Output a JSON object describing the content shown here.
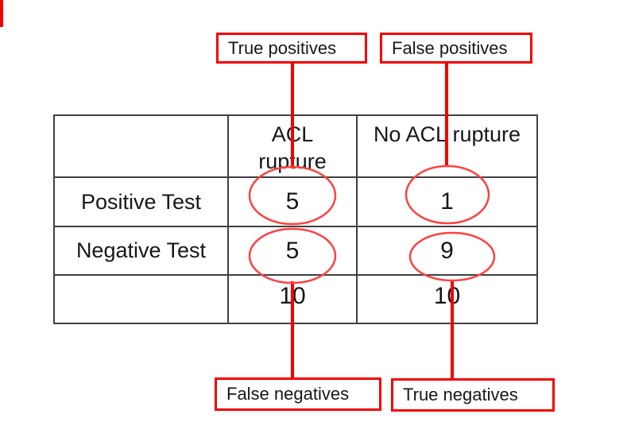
{
  "colors": {
    "accent_red": "#f40000",
    "ellipse_red": "#ff4040",
    "table_border": "#404040",
    "text": "#171717",
    "background": "#ffffff"
  },
  "callouts": {
    "true_positives": "True positives",
    "false_positives": "False positives",
    "false_negatives": "False negatives",
    "true_negatives": "True negatives"
  },
  "table": {
    "headers": {
      "row_label_col": "",
      "acl": "ACL\nrupture",
      "no_acl": "No ACL rupture"
    },
    "rows": [
      {
        "label": "Positive Test",
        "acl": "5",
        "no_acl": "1"
      },
      {
        "label": "Negative Test",
        "acl": "5",
        "no_acl": "9"
      },
      {
        "label": "",
        "acl": "10",
        "no_acl": "10"
      }
    ]
  }
}
